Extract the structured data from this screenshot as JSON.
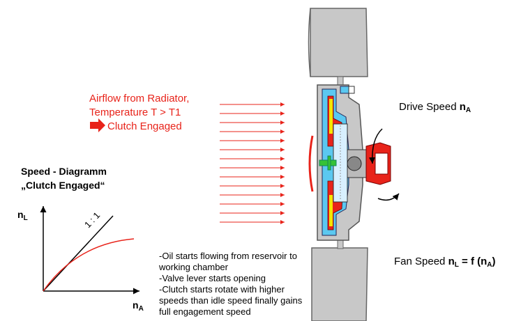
{
  "airflow": {
    "line1": "Airflow from Radiator,",
    "line2": "Temperature T > T1",
    "line3": "Clutch Engaged"
  },
  "speed_diagram": {
    "title_line1": "Speed - Diagramm",
    "title_line2": "„Clutch Engaged“",
    "y_axis": "n",
    "y_sub": "L",
    "x_axis": "n",
    "x_sub": "A",
    "ratio_label": "1 : 1"
  },
  "drive_speed": {
    "label": "Drive Speed",
    "symbol": "n",
    "sub": "A"
  },
  "fan_speed": {
    "label": "Fan Speed",
    "symbol": "n",
    "sub1": "L",
    "formula_mid": " = f (n",
    "sub2": "A",
    "formula_end": ")"
  },
  "notes": [
    "-Oil starts flowing from reservoir to working chamber",
    "-Valve lever starts opening",
    "-Clutch starts rotate with higher speeds than idle speed finally gains full engagement speed"
  ],
  "colors": {
    "accent_red": "#e8231a",
    "housing_grey": "#c8c8c8",
    "oil_yellow": "#f5e600",
    "chamber_blue": "#5bc8f0",
    "green_part": "#36c236"
  }
}
